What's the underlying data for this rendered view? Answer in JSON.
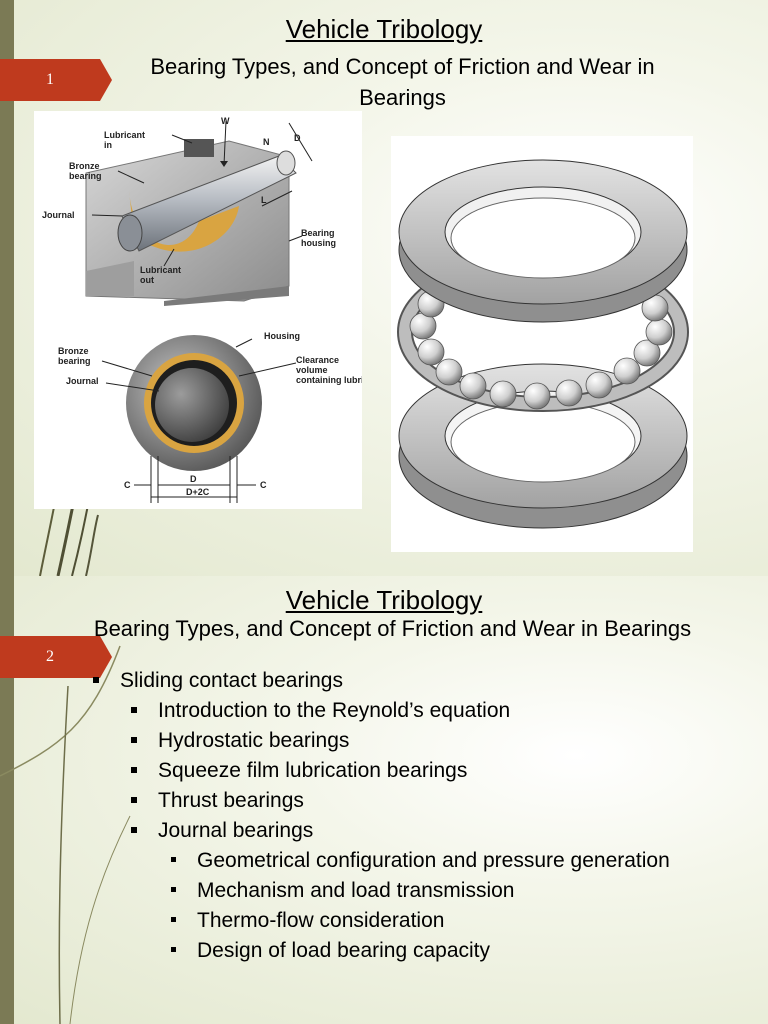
{
  "slide1": {
    "number": "1",
    "title": "Vehicle Tribology",
    "subtitle": "Bearing Types, and Concept of Friction and Wear in Bearings",
    "journal_figure": {
      "labels": {
        "lubricant_in": "Lubricant in",
        "w": "W",
        "n": "N",
        "d": "D",
        "bronze_bearing": "Bronze bearing",
        "journal": "Journal",
        "l": "L",
        "bearing_housing": "Bearing housing",
        "lubricant_out": "Lubricant out",
        "housing": "Housing",
        "bronze_bearing_2": "Bronze bearing",
        "journal_2": "Journal",
        "clearance": "Clearance volume containing lubricant",
        "c_left": "C",
        "d_bottom": "D",
        "d2c": "D+2C",
        "c_right": "C"
      }
    }
  },
  "slide2": {
    "number": "2",
    "title": "Vehicle Tribology",
    "subtitle": "Bearing Types, and Concept of Friction and Wear in Bearings",
    "bullets": [
      {
        "level": 1,
        "text": "Sliding contact bearings"
      },
      {
        "level": 2,
        "text": "Introduction to the Reynold’s equation"
      },
      {
        "level": 2,
        "text": "Hydrostatic bearings"
      },
      {
        "level": 2,
        "text": "Squeeze film lubrication bearings"
      },
      {
        "level": 2,
        "text": "Thrust bearings"
      },
      {
        "level": 2,
        "text": "Journal bearings"
      },
      {
        "level": 3,
        "text": "Geometrical configuration and pressure generation"
      },
      {
        "level": 3,
        "text": "Mechanism and load transmission"
      },
      {
        "level": 3,
        "text": "Thermo-flow consideration"
      },
      {
        "level": 3,
        "text": "Design of load bearing capacity"
      }
    ]
  },
  "colors": {
    "tab": "#bf3a1e",
    "leftbar": "#7b7a55",
    "bronze": "#d9a441",
    "steel": "#9a9a9a"
  }
}
